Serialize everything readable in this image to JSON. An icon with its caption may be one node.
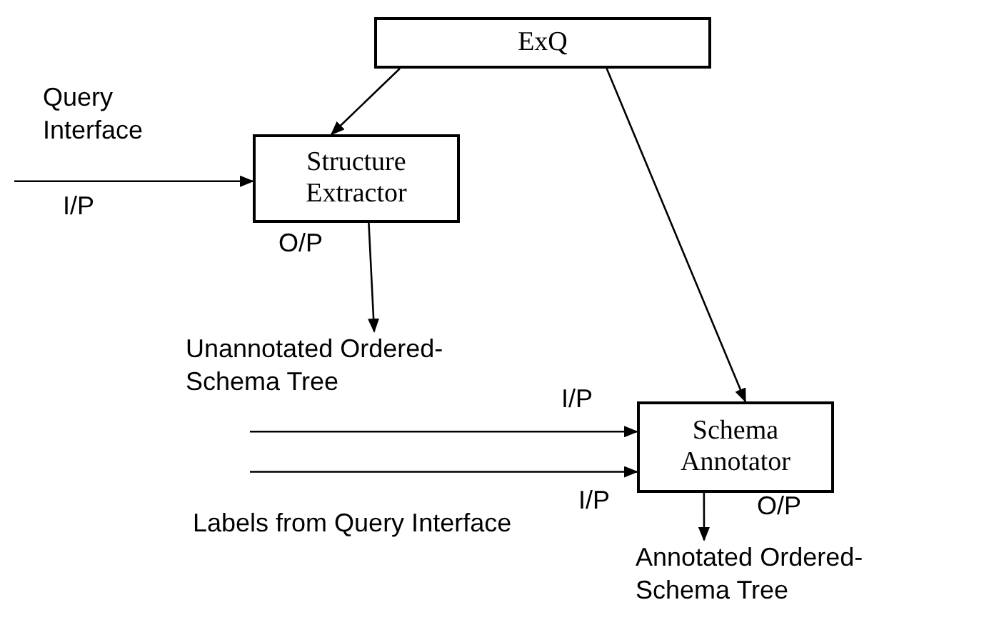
{
  "diagram": {
    "nodes": [
      {
        "text": [
          "ExQ"
        ]
      },
      {
        "text": [
          "Structure Extractor"
        ]
      },
      {
        "text": [
          "Unannotated Ordered-Schema Tree"
        ]
      },
      {
        "text": [
          "Schema Annotator"
        ]
      },
      {
        "text": [
          "Annotated Ordered-Schema Tree"
        ]
      }
    ],
    "edges": [
      {
        "from": 0,
        "to": 1,
        "arrow": "to"
      },
      {
        "from": 0,
        "to": 3,
        "arrow": "to"
      },
      {
        "from": null,
        "to": 1,
        "arrow": "to"
      },
      {
        "from": 1,
        "to": 2,
        "arrow": "to"
      },
      {
        "from": null,
        "to": 3,
        "arrow": "to"
      },
      {
        "from": null,
        "to": 3,
        "arrow": "to"
      },
      {
        "from": 3,
        "to": 4,
        "arrow": "to"
      }
    ],
    "labels": [
      "Query Interface",
      "I/P",
      "O/P",
      "I/P",
      "I/P",
      "Labels from Query Interface",
      "O/P"
    ]
  }
}
